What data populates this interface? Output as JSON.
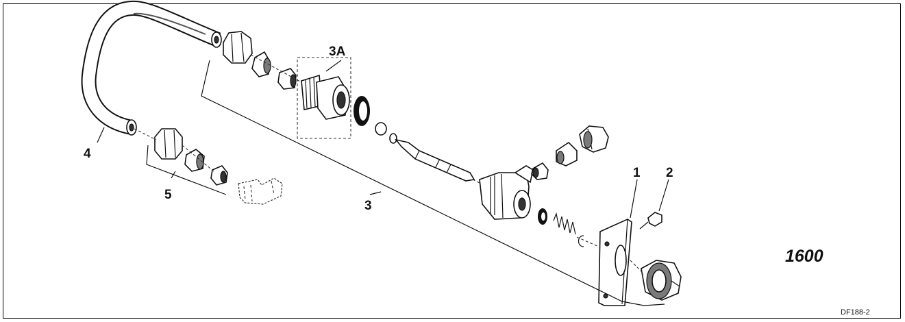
{
  "callouts": {
    "c1": "1",
    "c2": "2",
    "c3": "3",
    "c3a": "3A",
    "c4": "4",
    "c5": "5"
  },
  "model_label": "1600",
  "figure_ref": "DF188-2"
}
